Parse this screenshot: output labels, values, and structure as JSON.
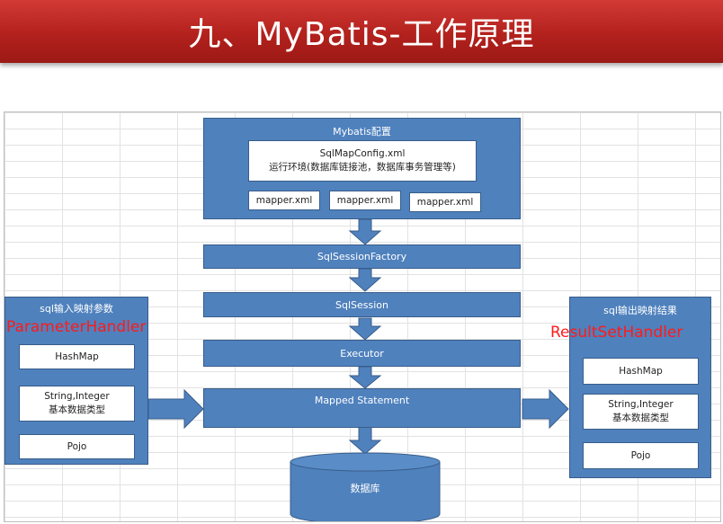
{
  "title": "九、MyBatis-工作原理",
  "config": {
    "title": "Mybatis配置",
    "sqlmapconfig_line1": "SqlMapConfig.xml",
    "sqlmapconfig_line2": "运行环境(数据库链接池，数据库事务管理等)",
    "mappers": [
      "mapper.xml",
      "mapper.xml",
      "mapper.xml"
    ]
  },
  "flow": {
    "factory": "SqlSessionFactory",
    "session": "SqlSession",
    "executor": "Executor",
    "mapped": "Mapped Statement",
    "database": "数据库"
  },
  "input": {
    "title": "sql输入映射参数",
    "handler": "ParameterHandler",
    "items": [
      {
        "line1": "HashMap",
        "line2": ""
      },
      {
        "line1": "String,Integer",
        "line2": "基本数据类型"
      },
      {
        "line1": "Pojo",
        "line2": ""
      }
    ]
  },
  "output": {
    "title": "sql输出映射结果",
    "handler": "ResultSetHandler",
    "items": [
      {
        "line1": "HashMap",
        "line2": ""
      },
      {
        "line1": "String,Integer",
        "line2": "基本数据类型"
      },
      {
        "line1": "Pojo",
        "line2": ""
      }
    ]
  },
  "colors": {
    "banner": "#b3211d",
    "box": "#4f81bd",
    "border": "#385d8a",
    "handler_text": "#ff1a1a"
  }
}
